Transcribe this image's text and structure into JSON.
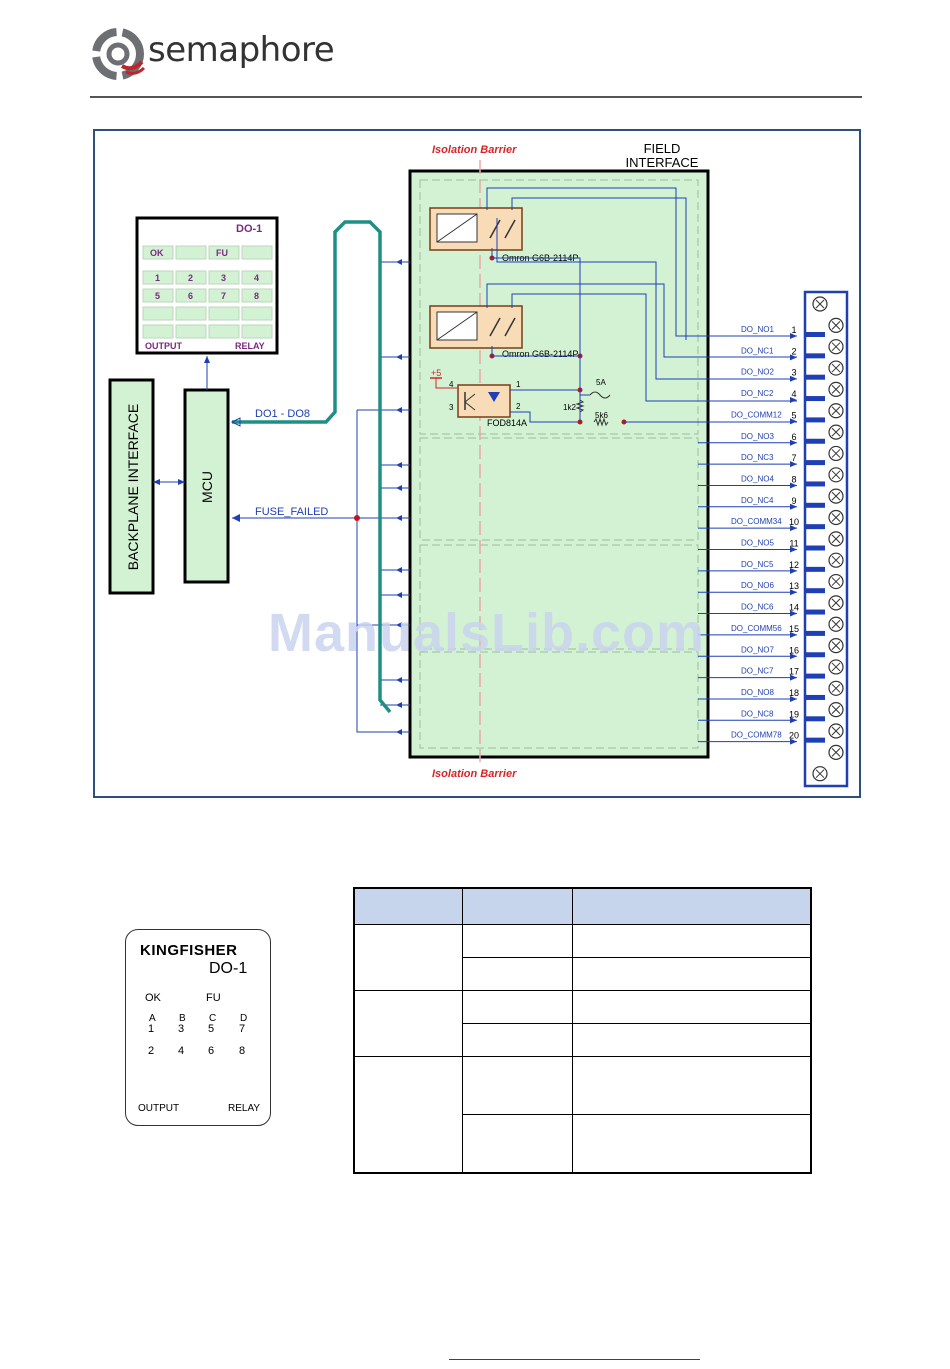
{
  "brand": {
    "name": "semaphore"
  },
  "diagram": {
    "isolation_barrier_top": "Isolation Barrier",
    "isolation_barrier_bottom": "Isolation Barrier",
    "field_interface_line1": "FIELD",
    "field_interface_line2": "INTERFACE",
    "backplane_label": "BACKPLANE INTERFACE",
    "mcu_label": "MCU",
    "bus_label": "DO1 - DO8",
    "fuse_failed_label": "FUSE_FAILED",
    "relay_part_1": "Omron G6B-2114P",
    "relay_part_2": "Omron G6B-2114P",
    "optocoupler_part": "FOD814A",
    "supply_label": "+5",
    "opto_pins": [
      "4",
      "3",
      "1",
      "2"
    ],
    "fuse_value": "5A",
    "resistor_1k2": "1k2",
    "resistor_5k6": "5k6",
    "display": {
      "title": "DO-1",
      "ok": "OK",
      "fu": "FU",
      "row1": [
        "1",
        "2",
        "3",
        "4"
      ],
      "row2": [
        "5",
        "6",
        "7",
        "8"
      ],
      "output": "OUTPUT",
      "relay": "RELAY"
    },
    "terminals": [
      {
        "label": "DO_NO1",
        "num": "1"
      },
      {
        "label": "DO_NC1",
        "num": "2"
      },
      {
        "label": "DO_NO2",
        "num": "3"
      },
      {
        "label": "DO_NC2",
        "num": "4"
      },
      {
        "label": "DO_COMM12",
        "num": "5"
      },
      {
        "label": "DO_NO3",
        "num": "6"
      },
      {
        "label": "DO_NC3",
        "num": "7"
      },
      {
        "label": "DO_NO4",
        "num": "8"
      },
      {
        "label": "DO_NC4",
        "num": "9"
      },
      {
        "label": "DO_COMM34",
        "num": "10"
      },
      {
        "label": "DO_NO5",
        "num": "11"
      },
      {
        "label": "DO_NC5",
        "num": "12"
      },
      {
        "label": "DO_NO6",
        "num": "13"
      },
      {
        "label": "DO_NC6",
        "num": "14"
      },
      {
        "label": "DO_COMM56",
        "num": "15"
      },
      {
        "label": "DO_NO7",
        "num": "16"
      },
      {
        "label": "DO_NC7",
        "num": "17"
      },
      {
        "label": "DO_NO8",
        "num": "18"
      },
      {
        "label": "DO_NC8",
        "num": "19"
      },
      {
        "label": "DO_COMM78",
        "num": "20"
      }
    ]
  },
  "watermark": "ManualsLib.com",
  "front_panel": {
    "brand": "KINGFISHER",
    "model": "DO-1",
    "ok": "OK",
    "fu": "FU",
    "letters": [
      "A",
      "B",
      "C",
      "D"
    ],
    "row1": [
      "1",
      "3",
      "5",
      "7"
    ],
    "row2": [
      "2",
      "4",
      "6",
      "8"
    ],
    "output": "OUTPUT",
    "relay": "RELAY"
  }
}
